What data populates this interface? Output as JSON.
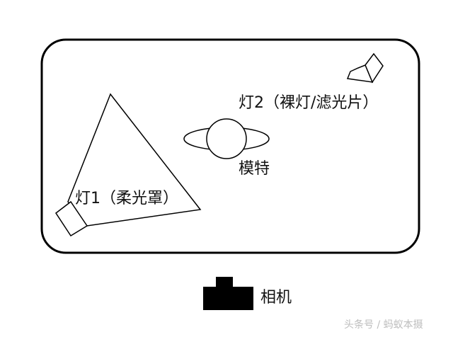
{
  "labels": {
    "light2": "灯2（裸灯/滤光片）",
    "model": "模特",
    "light1": "灯1（柔光罩）",
    "camera": "相机"
  },
  "watermark": "头条号 / 蚂蚁本摄",
  "colors": {
    "stroke": "#000000",
    "fill": "#ffffff",
    "camera": "#000000",
    "watermark": "#bdbdbd"
  }
}
